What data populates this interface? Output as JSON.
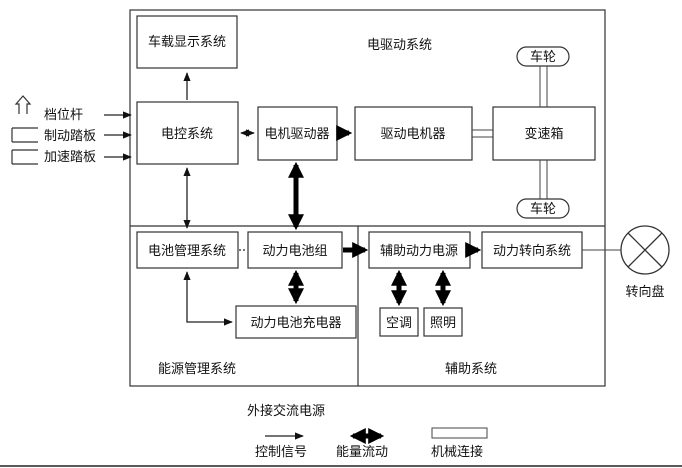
{
  "diagram": {
    "systems": {
      "drive": "电驱动系统",
      "energy": "能源管理系统",
      "aux": "辅助系统"
    },
    "blocks": {
      "display": "车载显示系统",
      "ecu": "电控系统",
      "motor_driver": "电机驱动器",
      "drive_motor": "驱动电机器",
      "gearbox": "变速箱",
      "wheel_top": "车轮",
      "wheel_bottom": "车轮",
      "bms": "电池管理系统",
      "battery_pack": "动力电池组",
      "charger": "动力电池充电器",
      "aux_power": "辅助动力电源",
      "power_steering": "动力转向系统",
      "ac": "空调",
      "lighting": "照明",
      "steering_wheel": "转向盘"
    },
    "inputs": {
      "gear_lever": "档位杆",
      "brake_pedal": "制动踏板",
      "accel_pedal": "加速踏板"
    },
    "external_power": "外接交流电源",
    "legend": {
      "control_signal": "控制信号",
      "energy_flow": "能量流动",
      "mechanical_link": "机械连接"
    }
  }
}
